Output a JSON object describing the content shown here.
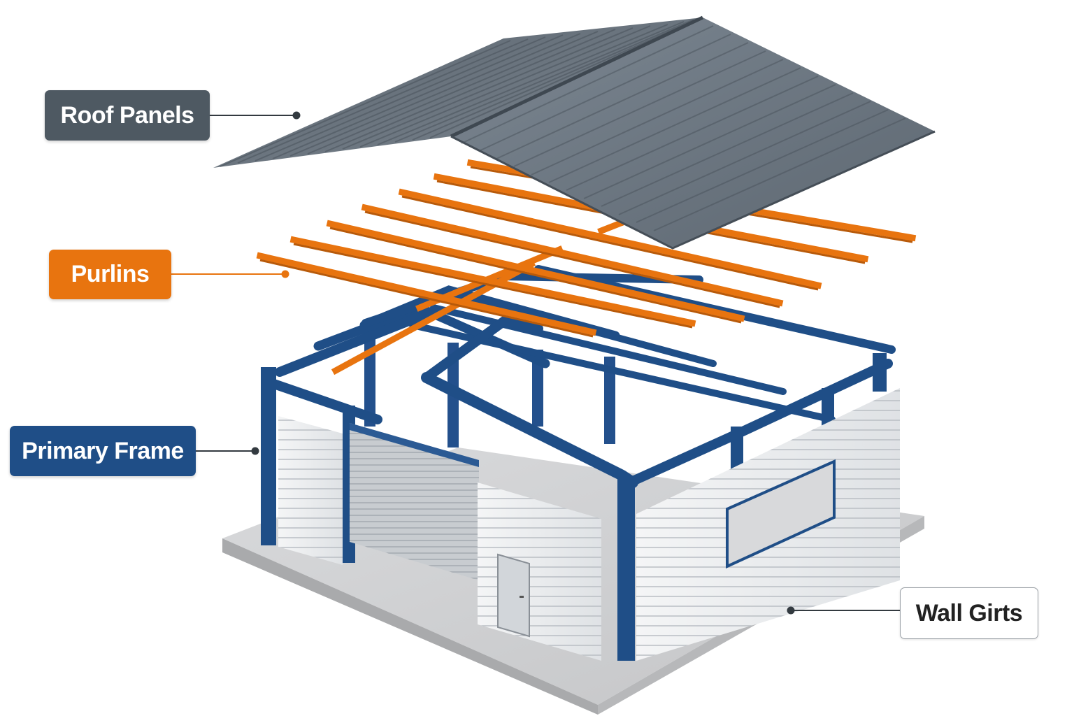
{
  "labels": {
    "roof_panels": "Roof Panels",
    "purlins": "Purlins",
    "primary_frame": "Primary Frame",
    "wall_girts": "Wall Girts"
  },
  "colors": {
    "roof_label_bg": "#4e5962",
    "purlins_label_bg": "#e8740f",
    "frame_label_bg": "#1f4e87",
    "girts_label_bg": "#ffffff",
    "girts_label_text": "#222222",
    "roof_panel": "#6b7681",
    "purlin": "#e8740f",
    "frame": "#1f4e87",
    "wall_panel": "#eef0f2",
    "slab": "#c6c7c9"
  }
}
